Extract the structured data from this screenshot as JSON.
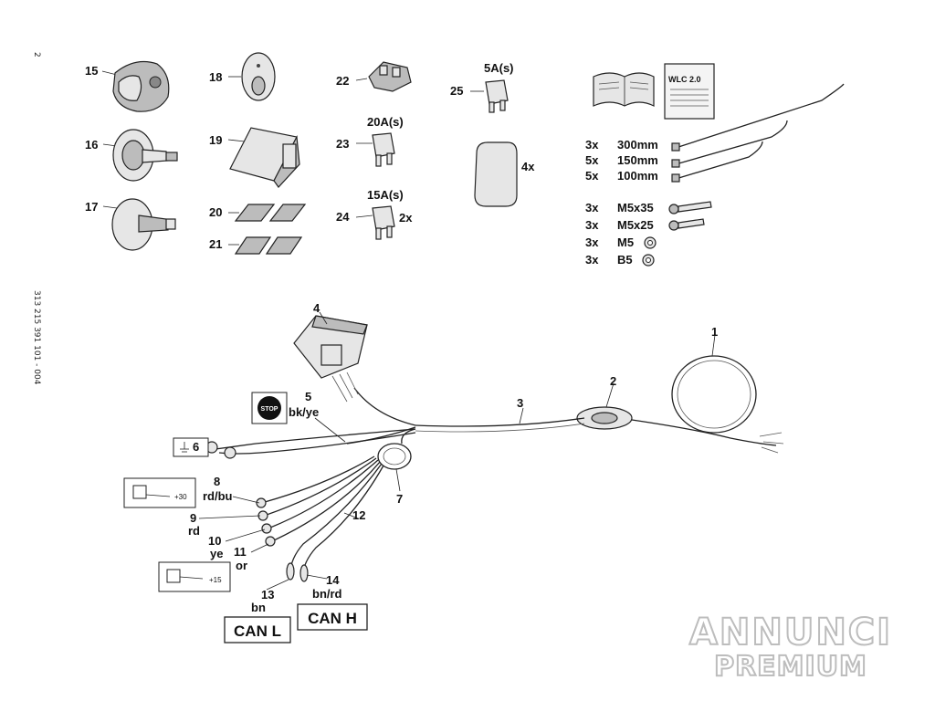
{
  "page": {
    "page_number": "2",
    "doc_number": "313 215 391 101 - 004"
  },
  "parts": {
    "p15": "15",
    "p16": "16",
    "p17": "17",
    "p18": "18",
    "p19": "19",
    "p20": "20",
    "p21": "21",
    "p22": "22",
    "p23": "23",
    "p24": "24",
    "p25": "25",
    "fuse25": "5A(s)",
    "fuse23": "20A(s)",
    "fuse24": "15A(s)",
    "fuse24_qty": "2x",
    "pad_qty": "4x",
    "manual_title": "WLC 2.0"
  },
  "ties": [
    {
      "qty": "3x",
      "size": "300mm"
    },
    {
      "qty": "5x",
      "size": "150mm"
    },
    {
      "qty": "5x",
      "size": "100mm"
    }
  ],
  "hardware": [
    {
      "qty": "3x",
      "size": "M5x35"
    },
    {
      "qty": "3x",
      "size": "M5x25"
    },
    {
      "qty": "3x",
      "size": "M5"
    },
    {
      "qty": "3x",
      "size": "B5"
    }
  ],
  "harness": {
    "c1": "1",
    "c2": "2",
    "c3": "3",
    "c4": "4",
    "c5": "5",
    "c5_color": "bk/ye",
    "stop_sign": "STOP",
    "c6": "6",
    "c7": "7",
    "c8": "8",
    "c8_color": "rd/bu",
    "c8_symbol": "+30",
    "c9": "9",
    "c9_color": "rd",
    "c10": "10",
    "c10_color": "ye",
    "c11": "11",
    "c11_color": "or",
    "c11_symbol": "+15",
    "c12": "12",
    "c13": "13",
    "c13_color": "bn",
    "c14": "14",
    "c14_color": "bn/rd",
    "can_l": "CAN L",
    "can_h": "CAN H"
  },
  "watermark": {
    "line1": "ANNUNCI",
    "line2": "PREMIUM"
  }
}
